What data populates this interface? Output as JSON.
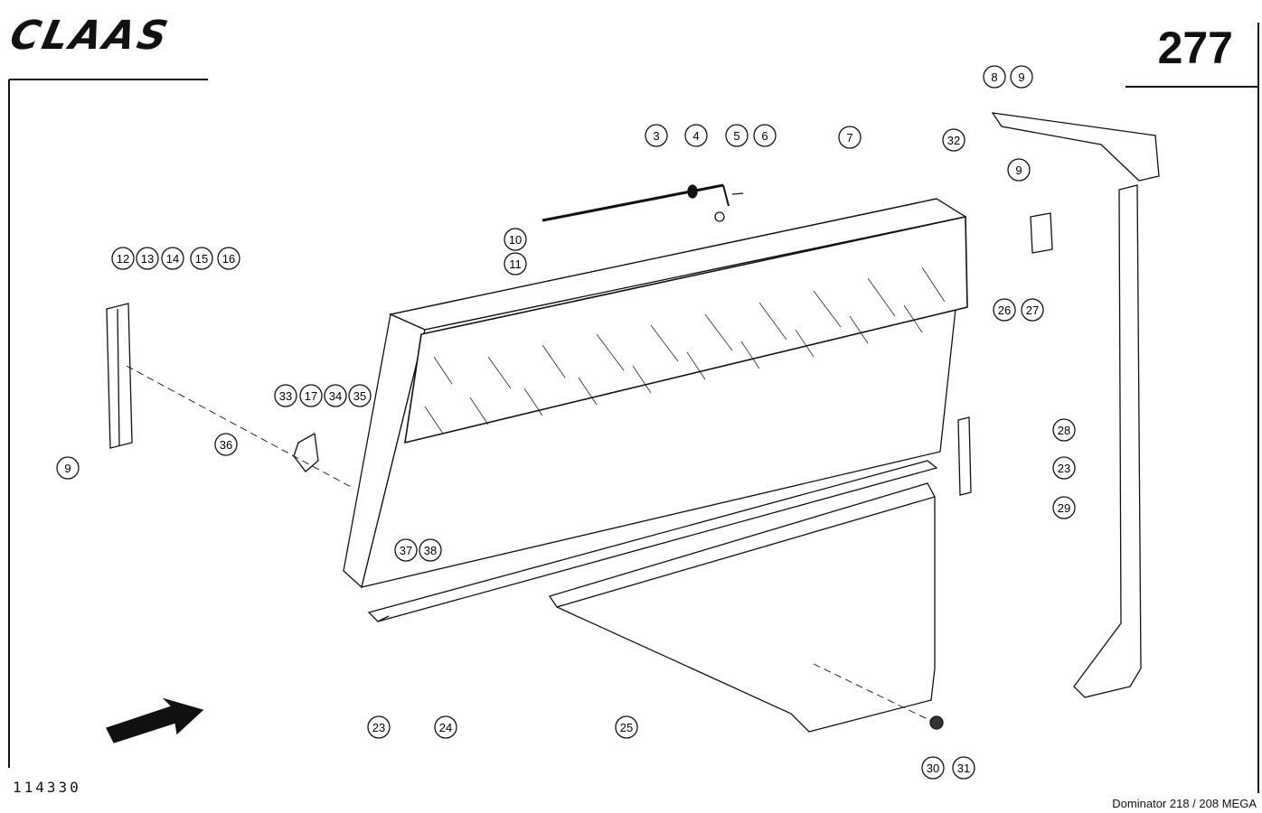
{
  "brand": "CLAAS",
  "page_number": "277",
  "document_id": "114330",
  "model": "Dominator 218 / 208 MEGA",
  "callouts": [
    "3",
    "4",
    "5",
    "6",
    "7",
    "32",
    "8",
    "9",
    "10",
    "11",
    "12",
    "13",
    "14",
    "15",
    "16",
    "9",
    "26",
    "27",
    "33",
    "17",
    "34",
    "35",
    "36",
    "9",
    "28",
    "23",
    "29",
    "37",
    "38",
    "23",
    "24",
    "25",
    "30",
    "31"
  ]
}
